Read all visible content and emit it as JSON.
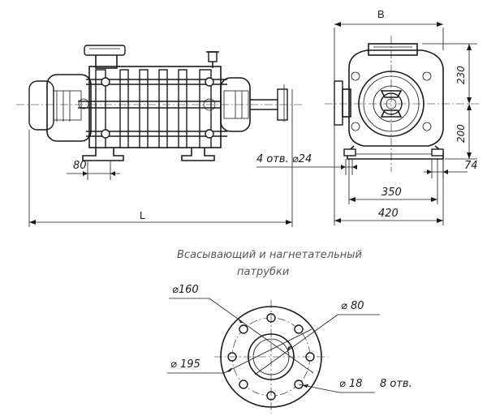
{
  "labels": {
    "dim_80_side": "80",
    "dim_L": "L",
    "dim_B": "B",
    "dim_230": "230",
    "dim_200": "200",
    "dim_74": "74",
    "holes_4": "4 отв. ⌀24",
    "dim_350": "350",
    "dim_420": "420",
    "caption_line1": "Всасывающий и нагнетательный",
    "caption_line2": "патрубки",
    "flange_d160": "⌀160",
    "flange_d80": "⌀ 80",
    "flange_d195": "⌀ 195",
    "flange_d18": "⌀ 18",
    "flange_holes": "8 отв."
  },
  "colors": {
    "line": "#1a1a1a",
    "caption": "#555555",
    "background": "#ffffff"
  }
}
